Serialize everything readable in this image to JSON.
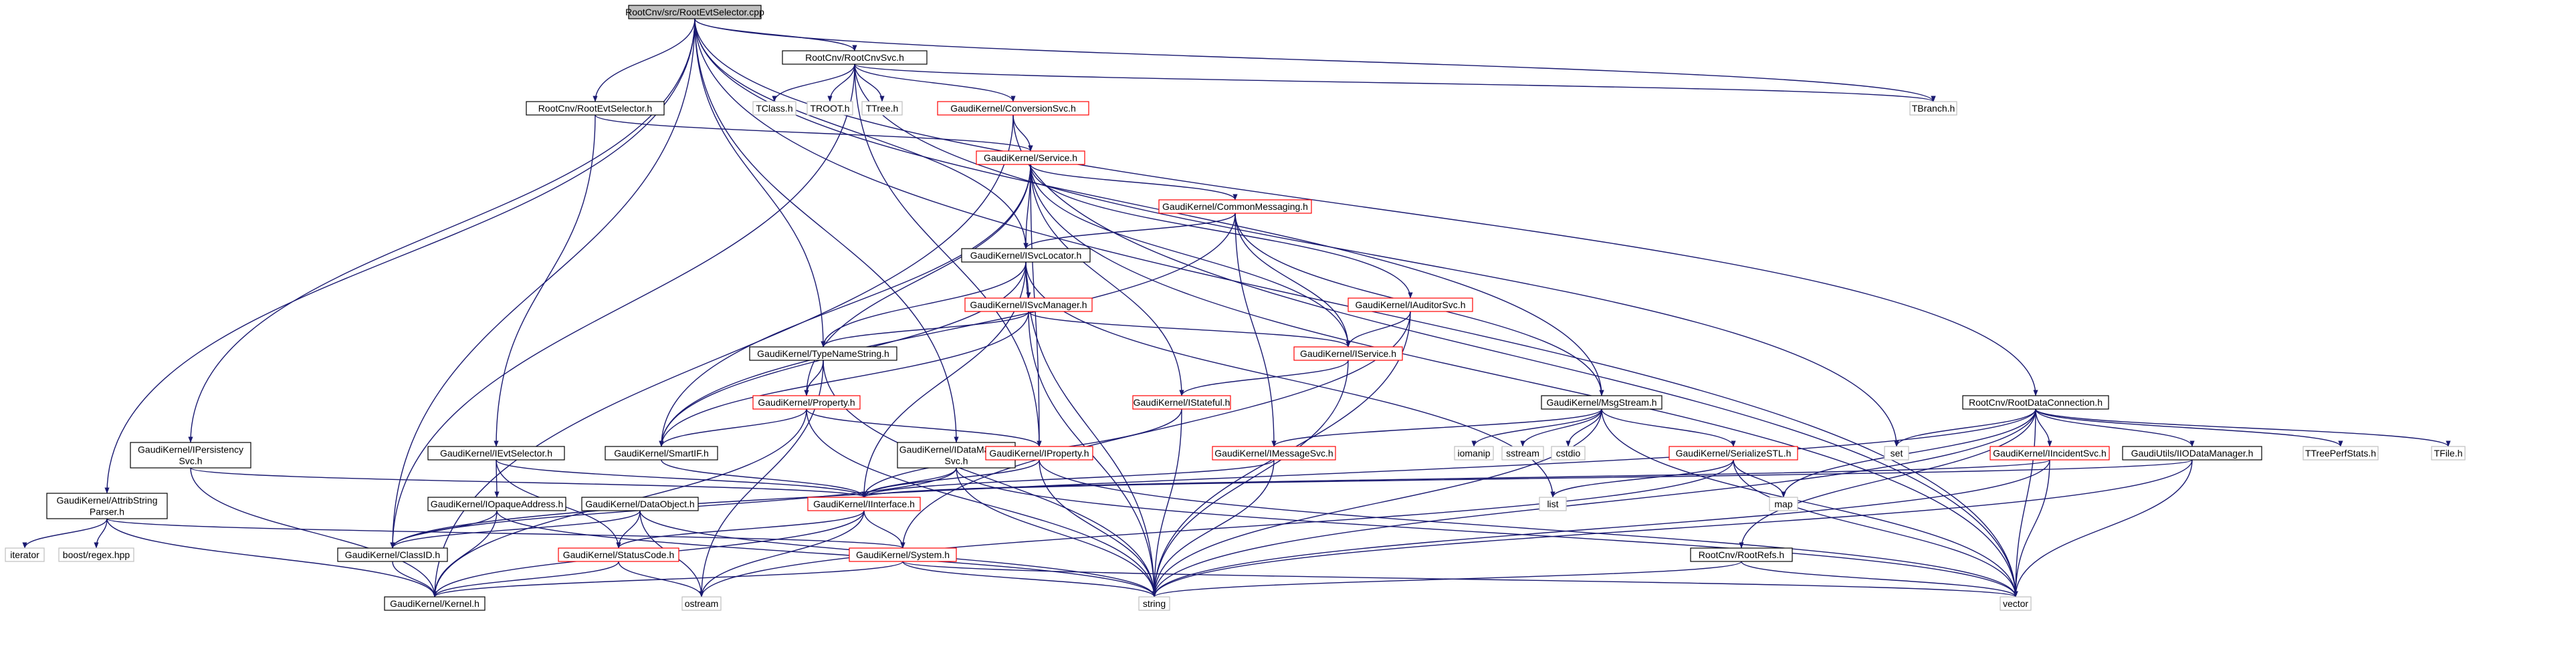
{
  "colors": {
    "edge": "#191970",
    "node_border": "#000000",
    "node_red_border": "#ff0000",
    "node_grey_border": "#bfbfbf",
    "node_fill": "#ffffff",
    "root_fill": "#bfbfbf",
    "text": "#000000"
  },
  "nodes": [
    {
      "id": "root",
      "lines": [
        "RootCnv/src/RootEvtSelector.cpp"
      ],
      "style": "root"
    },
    {
      "id": "rootcnvsvc",
      "lines": [
        "RootCnv/RootCnvSvc.h"
      ],
      "style": "black"
    },
    {
      "id": "tclass",
      "lines": [
        "TClass.h"
      ],
      "style": "grey"
    },
    {
      "id": "troot",
      "lines": [
        "TROOT.h"
      ],
      "style": "grey"
    },
    {
      "id": "ttree",
      "lines": [
        "TTree.h"
      ],
      "style": "grey"
    },
    {
      "id": "convsvc",
      "lines": [
        "GaudiKernel/ConversionSvc.h"
      ],
      "style": "red"
    },
    {
      "id": "tbranch",
      "lines": [
        "TBranch.h"
      ],
      "style": "grey"
    },
    {
      "id": "rootevtselh",
      "lines": [
        "RootCnv/RootEvtSelector.h"
      ],
      "style": "black"
    },
    {
      "id": "service",
      "lines": [
        "GaudiKernel/Service.h"
      ],
      "style": "red"
    },
    {
      "id": "commonmsg",
      "lines": [
        "GaudiKernel/CommonMessaging.h"
      ],
      "style": "red"
    },
    {
      "id": "isvclocator",
      "lines": [
        "GaudiKernel/ISvcLocator.h"
      ],
      "style": "black"
    },
    {
      "id": "iauditorsvc",
      "lines": [
        "GaudiKernel/IAuditorSvc.h"
      ],
      "style": "red"
    },
    {
      "id": "isvcmanager",
      "lines": [
        "GaudiKernel/ISvcManager.h"
      ],
      "style": "red"
    },
    {
      "id": "typenamestring",
      "lines": [
        "GaudiKernel/TypeNameString.h"
      ],
      "style": "black"
    },
    {
      "id": "iservice",
      "lines": [
        "GaudiKernel/IService.h"
      ],
      "style": "red"
    },
    {
      "id": "msgstream",
      "lines": [
        "GaudiKernel/MsgStream.h"
      ],
      "style": "black"
    },
    {
      "id": "rootdataconn",
      "lines": [
        "RootCnv/RootDataConnection.h"
      ],
      "style": "black"
    },
    {
      "id": "property",
      "lines": [
        "GaudiKernel/Property.h"
      ],
      "style": "red"
    },
    {
      "id": "istateful",
      "lines": [
        "GaudiKernel/IStateful.h"
      ],
      "style": "red"
    },
    {
      "id": "ipersistency",
      "lines": [
        "GaudiKernel/IPersistency",
        "Svc.h"
      ],
      "style": "black"
    },
    {
      "id": "ievtselector",
      "lines": [
        "GaudiKernel/IEvtSelector.h"
      ],
      "style": "black"
    },
    {
      "id": "smartif",
      "lines": [
        "GaudiKernel/SmartIF.h"
      ],
      "style": "black"
    },
    {
      "id": "idatamanager",
      "lines": [
        "GaudiKernel/IDataManager",
        "Svc.h"
      ],
      "style": "black"
    },
    {
      "id": "iproperty",
      "lines": [
        "GaudiKernel/IProperty.h"
      ],
      "style": "red"
    },
    {
      "id": "imessagesvc",
      "lines": [
        "GaudiKernel/IMessageSvc.h"
      ],
      "style": "red"
    },
    {
      "id": "iomanip",
      "lines": [
        "iomanip"
      ],
      "style": "grey"
    },
    {
      "id": "sstream",
      "lines": [
        "sstream"
      ],
      "style": "grey"
    },
    {
      "id": "cstdio",
      "lines": [
        "cstdio"
      ],
      "style": "grey"
    },
    {
      "id": "serializestl",
      "lines": [
        "GaudiKernel/SerializeSTL.h"
      ],
      "style": "red"
    },
    {
      "id": "set",
      "lines": [
        "set"
      ],
      "style": "grey"
    },
    {
      "id": "iincidentsvc",
      "lines": [
        "GaudiKernel/IIncidentSvc.h"
      ],
      "style": "red"
    },
    {
      "id": "iiodatamanager",
      "lines": [
        "GaudiUtils/IIODataManager.h"
      ],
      "style": "black"
    },
    {
      "id": "ttreeperfstats",
      "lines": [
        "TTreePerfStats.h"
      ],
      "style": "grey"
    },
    {
      "id": "tfile",
      "lines": [
        "TFile.h"
      ],
      "style": "grey"
    },
    {
      "id": "attribstring",
      "lines": [
        "GaudiKernel/AttribString",
        "Parser.h"
      ],
      "style": "black"
    },
    {
      "id": "iopaque",
      "lines": [
        "GaudiKernel/IOpaqueAddress.h"
      ],
      "style": "black"
    },
    {
      "id": "dataobject",
      "lines": [
        "GaudiKernel/DataObject.h"
      ],
      "style": "black"
    },
    {
      "id": "iinterface",
      "lines": [
        "GaudiKernel/IInterface.h"
      ],
      "style": "red"
    },
    {
      "id": "list",
      "lines": [
        "list"
      ],
      "style": "grey"
    },
    {
      "id": "map",
      "lines": [
        "map"
      ],
      "style": "grey"
    },
    {
      "id": "iterator",
      "lines": [
        "iterator"
      ],
      "style": "grey"
    },
    {
      "id": "boostregex",
      "lines": [
        "boost/regex.hpp"
      ],
      "style": "grey"
    },
    {
      "id": "classid",
      "lines": [
        "GaudiKernel/ClassID.h"
      ],
      "style": "black"
    },
    {
      "id": "statuscode",
      "lines": [
        "GaudiKernel/StatusCode.h"
      ],
      "style": "red"
    },
    {
      "id": "system",
      "lines": [
        "GaudiKernel/System.h"
      ],
      "style": "red"
    },
    {
      "id": "rootrefs",
      "lines": [
        "RootCnv/RootRefs.h"
      ],
      "style": "black"
    },
    {
      "id": "kernel",
      "lines": [
        "GaudiKernel/Kernel.h"
      ],
      "style": "black"
    },
    {
      "id": "ostream",
      "lines": [
        "ostream"
      ],
      "style": "grey"
    },
    {
      "id": "string",
      "lines": [
        "string"
      ],
      "style": "grey"
    },
    {
      "id": "vector",
      "lines": [
        "vector"
      ],
      "style": "grey"
    }
  ],
  "edges": [
    [
      "root",
      "rootcnvsvc"
    ],
    [
      "root",
      "rootevtselh"
    ],
    [
      "root",
      "attribstring"
    ],
    [
      "root",
      "ipersistency"
    ],
    [
      "root",
      "idatamanager"
    ],
    [
      "root",
      "isvclocator"
    ],
    [
      "root",
      "typenamestring"
    ],
    [
      "root",
      "tbranch"
    ],
    [
      "root",
      "classid"
    ],
    [
      "root",
      "rootdataconn"
    ],
    [
      "root",
      "msgstream"
    ],
    [
      "root",
      "vector"
    ],
    [
      "rootcnvsvc",
      "tclass"
    ],
    [
      "rootcnvsvc",
      "troot"
    ],
    [
      "rootcnvsvc",
      "ttree"
    ],
    [
      "rootcnvsvc",
      "convsvc"
    ],
    [
      "rootcnvsvc",
      "tbranch"
    ],
    [
      "rootcnvsvc",
      "set"
    ],
    [
      "rootcnvsvc",
      "classid"
    ],
    [
      "rootcnvsvc",
      "iproperty"
    ],
    [
      "rootevtselh",
      "service"
    ],
    [
      "rootevtselh",
      "ievtselector"
    ],
    [
      "convsvc",
      "service"
    ],
    [
      "convsvc",
      "kernel"
    ],
    [
      "convsvc",
      "vector"
    ],
    [
      "service",
      "commonmsg"
    ],
    [
      "service",
      "isvclocator"
    ],
    [
      "service",
      "iauditorsvc"
    ],
    [
      "service",
      "iservice"
    ],
    [
      "service",
      "property"
    ],
    [
      "service",
      "istateful"
    ],
    [
      "service",
      "smartif"
    ],
    [
      "service",
      "iproperty"
    ],
    [
      "service",
      "vector"
    ],
    [
      "commonmsg",
      "isvclocator"
    ],
    [
      "commonmsg",
      "msgstream"
    ],
    [
      "commonmsg",
      "imessagesvc"
    ],
    [
      "commonmsg",
      "iservice"
    ],
    [
      "commonmsg",
      "smartif"
    ],
    [
      "isvclocator",
      "isvcmanager"
    ],
    [
      "isvclocator",
      "typenamestring"
    ],
    [
      "isvclocator",
      "smartif"
    ],
    [
      "isvclocator",
      "iinterface"
    ],
    [
      "isvclocator",
      "string"
    ],
    [
      "isvclocator",
      "list"
    ],
    [
      "iauditorsvc",
      "iservice"
    ],
    [
      "iauditorsvc",
      "system"
    ],
    [
      "iauditorsvc",
      "string"
    ],
    [
      "isvcmanager",
      "typenamestring"
    ],
    [
      "isvcmanager",
      "iservice"
    ],
    [
      "isvcmanager",
      "smartif"
    ],
    [
      "isvcmanager",
      "string"
    ],
    [
      "typenamestring",
      "property"
    ],
    [
      "typenamestring",
      "string"
    ],
    [
      "typenamestring",
      "ostream"
    ],
    [
      "iservice",
      "istateful"
    ],
    [
      "iservice",
      "string"
    ],
    [
      "istateful",
      "iinterface"
    ],
    [
      "istateful",
      "string"
    ],
    [
      "property",
      "smartif"
    ],
    [
      "property",
      "iproperty"
    ],
    [
      "property",
      "string"
    ],
    [
      "property",
      "kernel"
    ],
    [
      "msgstream",
      "iomanip"
    ],
    [
      "msgstream",
      "sstream"
    ],
    [
      "msgstream",
      "cstdio"
    ],
    [
      "msgstream",
      "serializestl"
    ],
    [
      "msgstream",
      "imessagesvc"
    ],
    [
      "msgstream",
      "string"
    ],
    [
      "msgstream",
      "vector"
    ],
    [
      "rootdataconn",
      "set"
    ],
    [
      "rootdataconn",
      "iincidentsvc"
    ],
    [
      "rootdataconn",
      "iiodatamanager"
    ],
    [
      "rootdataconn",
      "ttreeperfstats"
    ],
    [
      "rootdataconn",
      "tfile"
    ],
    [
      "rootdataconn",
      "rootrefs"
    ],
    [
      "rootdataconn",
      "map"
    ],
    [
      "rootdataconn",
      "classid"
    ],
    [
      "rootdataconn",
      "string"
    ],
    [
      "rootdataconn",
      "vector"
    ],
    [
      "ipersistency",
      "iinterface"
    ],
    [
      "ipersistency",
      "kernel"
    ],
    [
      "ievtselector",
      "iopaque"
    ],
    [
      "ievtselector",
      "iinterface"
    ],
    [
      "ievtselector",
      "statuscode"
    ],
    [
      "smartif",
      "iinterface"
    ],
    [
      "idatamanager",
      "iinterface"
    ],
    [
      "idatamanager",
      "classid"
    ],
    [
      "idatamanager",
      "string"
    ],
    [
      "idatamanager",
      "vector"
    ],
    [
      "iproperty",
      "iinterface"
    ],
    [
      "iproperty",
      "string"
    ],
    [
      "iproperty",
      "vector"
    ],
    [
      "imessagesvc",
      "iinterface"
    ],
    [
      "imessagesvc",
      "string"
    ],
    [
      "serializestl",
      "list"
    ],
    [
      "serializestl",
      "map"
    ],
    [
      "serializestl",
      "vector"
    ],
    [
      "serializestl",
      "ostream"
    ],
    [
      "iincidentsvc",
      "iinterface"
    ],
    [
      "iincidentsvc",
      "string"
    ],
    [
      "iincidentsvc",
      "vector"
    ],
    [
      "iiodatamanager",
      "iinterface"
    ],
    [
      "iiodatamanager",
      "string"
    ],
    [
      "iiodatamanager",
      "vector"
    ],
    [
      "attribstring",
      "iterator"
    ],
    [
      "attribstring",
      "boostregex"
    ],
    [
      "attribstring",
      "system"
    ],
    [
      "attribstring",
      "kernel"
    ],
    [
      "iopaque",
      "classid"
    ],
    [
      "iopaque",
      "kernel"
    ],
    [
      "iopaque",
      "string"
    ],
    [
      "dataobject",
      "classid"
    ],
    [
      "dataobject",
      "statuscode"
    ],
    [
      "dataobject",
      "string"
    ],
    [
      "dataobject",
      "ostream"
    ],
    [
      "iinterface",
      "system"
    ],
    [
      "iinterface",
      "kernel"
    ],
    [
      "iinterface",
      "statuscode"
    ],
    [
      "iinterface",
      "ostream"
    ],
    [
      "classid",
      "kernel"
    ],
    [
      "statuscode",
      "ostream"
    ],
    [
      "statuscode",
      "kernel"
    ],
    [
      "system",
      "kernel"
    ],
    [
      "system",
      "string"
    ],
    [
      "system",
      "vector"
    ],
    [
      "rootrefs",
      "string"
    ],
    [
      "rootrefs",
      "vector"
    ]
  ]
}
